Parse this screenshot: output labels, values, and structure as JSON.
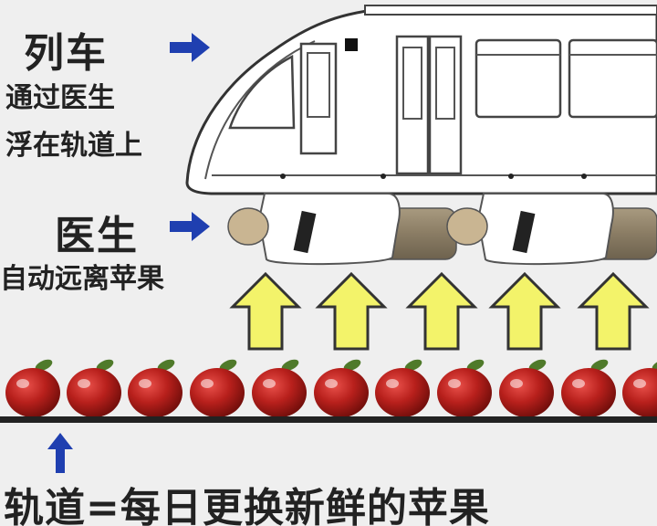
{
  "labels": {
    "train_title": "列车",
    "train_line1": "通过医生",
    "train_line2": "浮在轨道上",
    "doctor_title": "医生",
    "doctor_line1": "自动远离苹果",
    "caption": "轨道=每日更换新鲜的苹果"
  },
  "icons": {
    "train_pointer": "arrow-right-icon",
    "doctor_pointer": "arrow-right-icon",
    "track_pointer": "arrow-up-icon",
    "repel_arrows": "arrow-up-icon"
  },
  "colors": {
    "pointer_arrow": "#1f3fb0",
    "repel_arrow_fill": "#f3f36a",
    "apple": "#b8201c",
    "train_body": "#ffffff",
    "track": "#222222"
  }
}
